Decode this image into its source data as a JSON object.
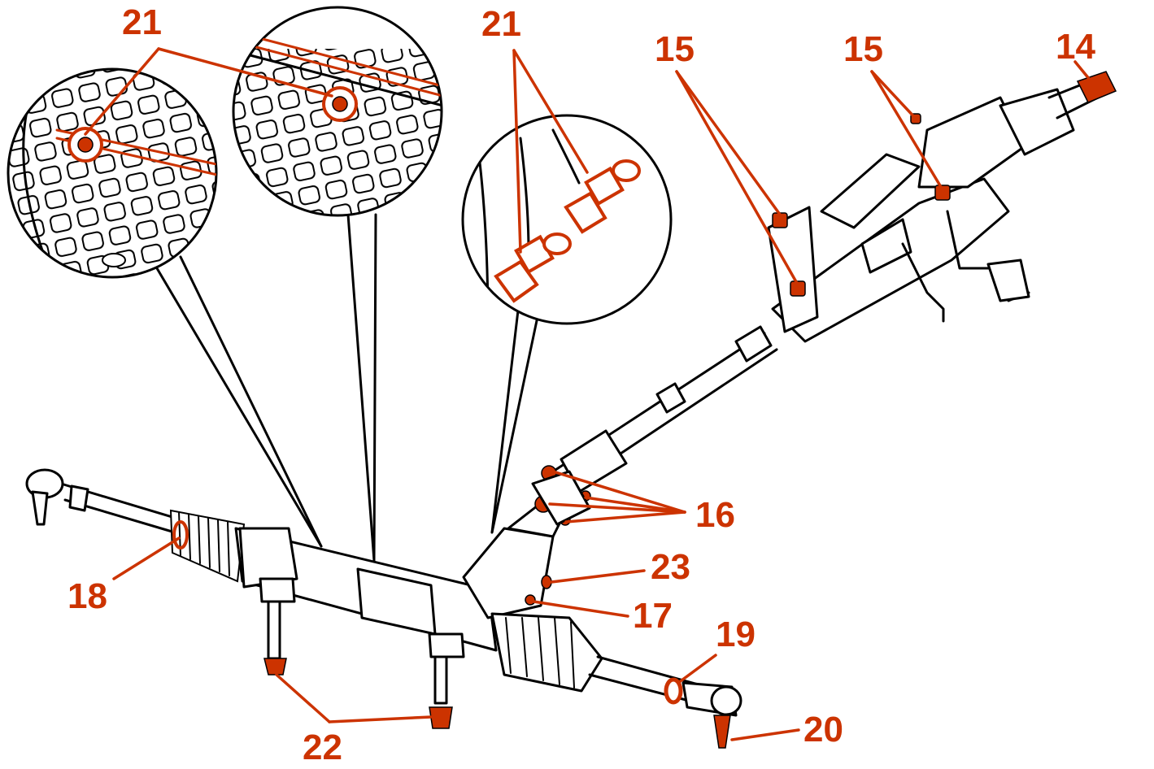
{
  "accent_color": "#cc3300",
  "callouts": {
    "c21a": "21",
    "c21b": "21",
    "c15a": "15",
    "c15b": "15",
    "c14": "14",
    "c16": "16",
    "c23": "23",
    "c17": "17",
    "c18": "18",
    "c19": "19",
    "c20": "20",
    "c22": "22"
  }
}
